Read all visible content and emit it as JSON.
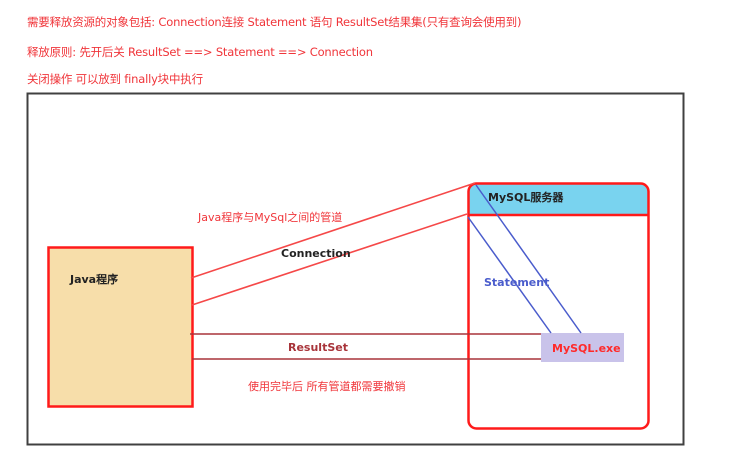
{
  "notes": [
    "需要释放资源的对象包括: Connection连接   Statement 语句   ResultSet结果集(只有查询会使用到)",
    "释放原则: 先开后关  ResultSet ==> Statement ==> Connection",
    "关闭操作 可以放到 finally块中执行"
  ],
  "diagram": {
    "java_box": {
      "label": "Java程序"
    },
    "mysql_server": {
      "label": "MySQL服务器"
    },
    "mysql_exe": {
      "label": "MySQL.exe"
    },
    "pipe_label": "Java程序与MySql之间的管道",
    "connection_label": "Connection",
    "statement_label": "Statement",
    "resultset_label": "ResultSet",
    "cleanup_note": "使用完毕后 所有管道都需要撤销"
  },
  "colors": {
    "note_text": "#f0353a",
    "frame": "#404040",
    "box_border": "#ff1a1a",
    "java_fill": "#f7deaa",
    "server_header_fill": "#79d3ef",
    "exe_fill": "#c9c3ea",
    "connection_line": "#f54848",
    "statement_line": "#4a5ccc",
    "resultset_line": "#a8343a",
    "statement_text": "#4a5ccc",
    "resultset_text": "#a8343a",
    "exe_text": "#ff2a2a",
    "label_dark": "#222222"
  }
}
